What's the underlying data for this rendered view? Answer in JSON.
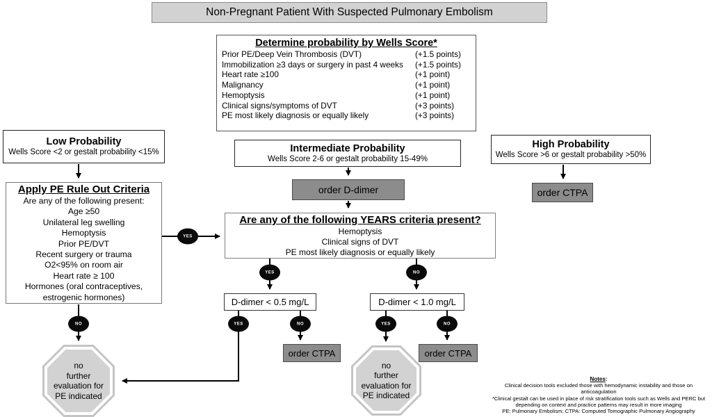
{
  "title": "Non-Pregnant Patient With Suspected Pulmonary Embolism",
  "wells": {
    "title": "Determine probability by Wells Score*",
    "items": [
      {
        "label": "Prior PE/Deep Vein Thrombosis (DVT)",
        "points": "(+1.5 points)"
      },
      {
        "label": "Immobilization ≥3 days or surgery in past 4 weeks",
        "points": "(+1.5 points)"
      },
      {
        "label": "Heart rate ≥100",
        "points": "(+1 point)"
      },
      {
        "label": "Malignancy",
        "points": "(+1 point)"
      },
      {
        "label": "Hemoptysis",
        "points": "(+1 point)"
      },
      {
        "label": "Clinical signs/symptoms of DVT",
        "points": "(+3 points)"
      },
      {
        "label": "PE most likely diagnosis or equally likely",
        "points": "(+3 points)"
      }
    ]
  },
  "low": {
    "title": "Low Probability",
    "subtitle": "Wells Score <2 or gestalt probability <15%"
  },
  "intermediate": {
    "title": "Intermediate Probability",
    "subtitle": "Wells Score 2-6 or gestalt probability 15-49%"
  },
  "high": {
    "title": "High Probability",
    "subtitle": "Wells Score >6 or gestalt probability >50%"
  },
  "perc": {
    "title": "Apply PE Rule Out Criteria",
    "intro": "Are any of the following present:",
    "items": [
      "Age ≥50",
      "Unilateral leg swelling",
      "Hemoptysis",
      "Prior PE/DVT",
      "Recent surgery or trauma",
      "O2<95% on room air",
      "Heart rate ≥ 100",
      "Hormones (oral contraceptives, estrogenic hormones)"
    ]
  },
  "order_d_dimer": "order D-dimer",
  "order_ctpa": "order CTPA",
  "years": {
    "title": "Are any of the following YEARS criteria present?",
    "items": [
      "Hemoptysis",
      "Clinical signs of DVT",
      "PE most likely diagnosis or equally likely"
    ]
  },
  "d_dimer_05": "D-dimer < 0.5 mg/L",
  "d_dimer_10": "D-dimer < 1.0 mg/L",
  "stop": {
    "lines": [
      "no",
      "further",
      "evaluation for",
      "PE indicated"
    ]
  },
  "badges": {
    "yes": "YES",
    "no": "NO"
  },
  "notes": {
    "title": "Notes",
    "colon": ":",
    "lines": [
      "Clinical decision tools excluded those with hemodynamic instability and those on anticoagulation",
      "*Clinical gestalt can be used in place of risk stratification tools such as Wells and PERC but depending on context and practice patterns may result in more imaging",
      "PE: Pulmonary Embolism; CTPA: Computed Tomographic Pulmonary Angiography"
    ]
  },
  "colors": {
    "action_box_gray": "#8c8c8c",
    "title_box_gray": "#d2d2d2",
    "stop_sign_gray": "#d2d2d2",
    "badge_black": "#0a0a0a",
    "connector_black": "#000000"
  }
}
